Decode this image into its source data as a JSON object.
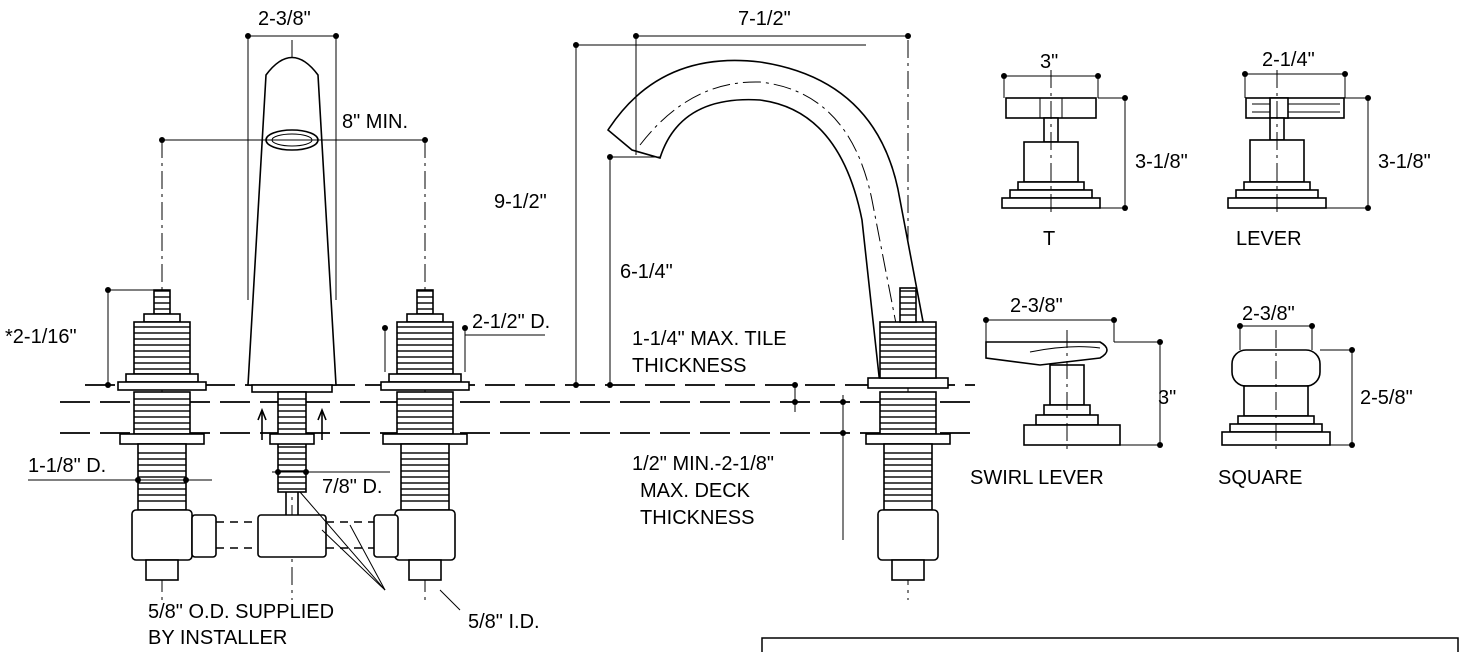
{
  "labels": {
    "spout_width": "2-3/8\"",
    "spread_min": "8\" MIN.",
    "stem_height": "*2-1/16\"",
    "stem_dia": "2-1/2\" D.",
    "shank_dia": "1-1/8\" D.",
    "inlet_dia": "7/8\" D.",
    "supply_od_line1": "5/8\" O.D. SUPPLIED",
    "supply_od_line2": "BY INSTALLER",
    "supply_id": "5/8\" I.D.",
    "spout_reach": "7-1/2\"",
    "spout_height": "9-1/2\"",
    "spout_outlet_height": "6-1/4\"",
    "tile_line1": "1-1/4\" MAX. TILE",
    "tile_line2": "THICKNESS",
    "deck_line1": "1/2\" MIN.-2-1/8\"",
    "deck_line2": "MAX. DECK",
    "deck_line3": "THICKNESS"
  },
  "handles": [
    {
      "name": "T",
      "width": "3\"",
      "height": "3-1/8\""
    },
    {
      "name": "LEVER",
      "width": "2-1/4\"",
      "height": "3-1/8\""
    },
    {
      "name": "SWIRL LEVER",
      "width": "2-3/8\"",
      "height": "3\""
    },
    {
      "name": "SQUARE",
      "width": "2-3/8\"",
      "height": "2-5/8\""
    }
  ]
}
